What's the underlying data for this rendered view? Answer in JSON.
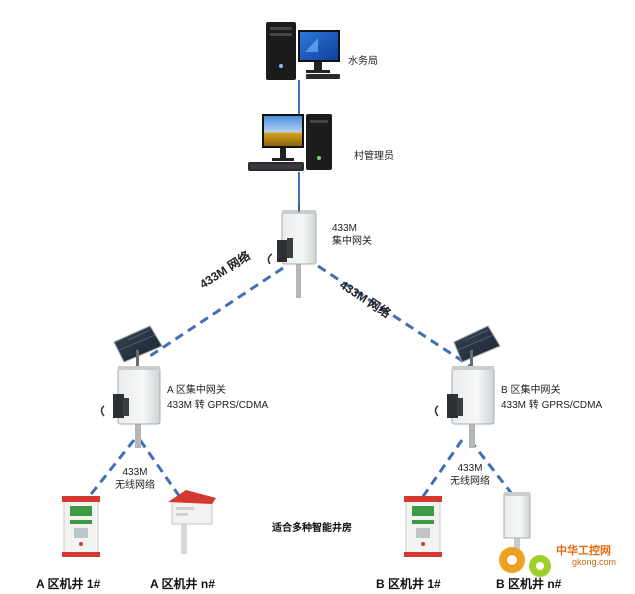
{
  "nodes": {
    "water_bureau": "水务局",
    "village_admin": "村管理员",
    "central_gateway": "433M\n集中网关",
    "gateway_a": "A 区集中网关\n433M 转 GPRS/CDMA",
    "gateway_b": "B 区集中网关\n433M 转 GPRS/CDMA"
  },
  "links": {
    "left_trunk": "433M 网络",
    "right_trunk": "433M 网络",
    "wireless_a": "433M\n无线网络",
    "wireless_b": "433M\n无线网络"
  },
  "wells": {
    "a1": "A 区机井 1#",
    "an": "A 区机井 n#",
    "b1": "B 区机井 1#",
    "bn": "B 区机井 n#"
  },
  "note": "适合多种智能井房",
  "watermark": {
    "name": "中华工控网",
    "url": "gkong.com"
  },
  "colors": {
    "link_line": "#3f6fb5",
    "cabinet_red": "#d4392f",
    "cabinet_green": "#3f9a45",
    "accent_orange": "#e36a12"
  }
}
